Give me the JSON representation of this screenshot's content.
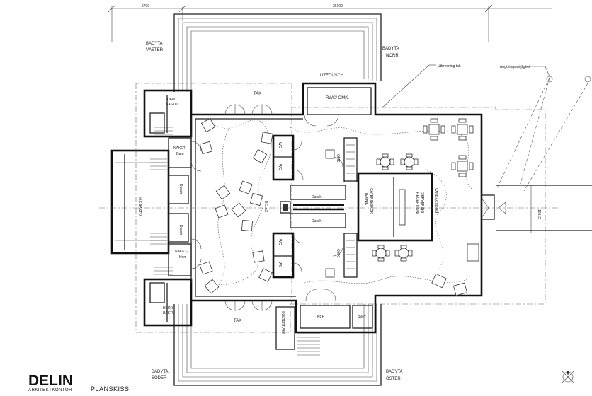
{
  "logo": {
    "name": "DELIN",
    "subtitle": "ARKITEKTKONTOR"
  },
  "drawing_title": "PLANSKISS",
  "dimensions": {
    "left": "5700",
    "right": "26100",
    "side": "10515"
  },
  "labels": {
    "badyta_vaster": [
      "BADYTA",
      "VÄSTER"
    ],
    "badyta_norr": [
      "BADYTA",
      "NORR"
    ],
    "badyta_soder": [
      "BADYTA",
      "SÖDER"
    ],
    "badyta_oster": [
      "BADYTA",
      "ÖSTER"
    ],
    "utedusch": "UTEDUSCH",
    "utbredning_tak": "Utbredning tak",
    "angoringsmojlighet": "Angöringsmöjlighet",
    "tak_top": "TAK",
    "tak_bottom": "TAK",
    "rwc_omk": "RWC/ OMK.",
    "dam_bastu": [
      "DAM",
      "BASTU"
    ],
    "herr_bastu": [
      "HERR",
      "BASTU"
    ],
    "naket_dam": [
      "NAKET-",
      "Dam"
    ],
    "naket_herr": [
      "NAKET-",
      "Herr"
    ],
    "dusch_small_1": "Dusch",
    "dusch_small_2": "Dusch",
    "mix_bastu": "MIX BASTU",
    "relax": "RELAX",
    "wc_1": "WC",
    "wc_2": "WC",
    "wc_3": "WC",
    "wc_4": "WC",
    "dusch_1": "Dusch.",
    "dusch_2": "Dusch.",
    "omk_1": "OMK.",
    "omk_2": "OMK.",
    "teknik": [
      "TEKNIK",
      "CATERINGKÖK"
    ],
    "reception": [
      "RECEPTION/",
      "SERVERING"
    ],
    "vardagsrum": "VARDAGSRUM",
    "beh": "BEH.",
    "rwc": "RWC",
    "solterrass": "SOLTERRASS"
  },
  "icons": [
    "north-arrow-icon",
    "tree-icon",
    "entrance-arrow-icon"
  ]
}
